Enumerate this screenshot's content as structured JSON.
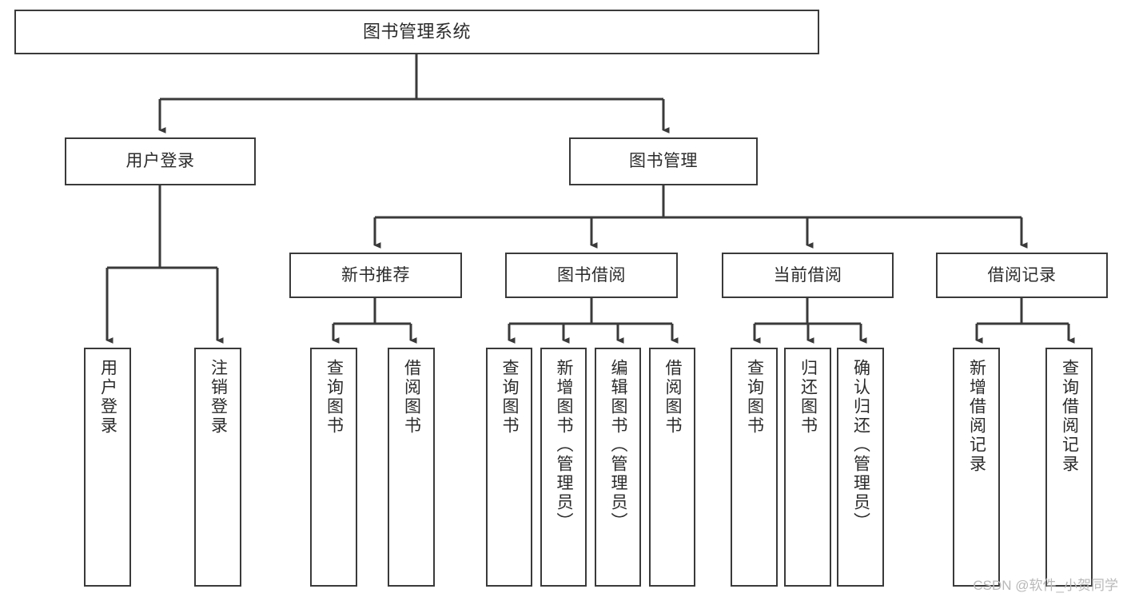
{
  "diagram": {
    "title": "图书管理系统",
    "type": "tree-hierarchy-diagram",
    "colors": {
      "box_border": "#3a3a3a",
      "box_fill": "#ffffff",
      "connector": "#3a3a3a",
      "text": "#2b2b2b",
      "watermark": "#b9b9b9",
      "background": "#ffffff"
    },
    "watermark": "CSDN @软件_小贺同学",
    "nodes": {
      "root": {
        "label": "图书管理系统",
        "orientation": "horizontal"
      },
      "level1": [
        {
          "label": "用户登录",
          "orientation": "horizontal"
        },
        {
          "label": "图书管理",
          "orientation": "horizontal"
        }
      ],
      "level2": [
        {
          "label": "新书推荐",
          "orientation": "horizontal"
        },
        {
          "label": "图书借阅",
          "orientation": "horizontal"
        },
        {
          "label": "当前借阅",
          "orientation": "horizontal"
        },
        {
          "label": "借阅记录",
          "orientation": "horizontal"
        }
      ],
      "leaves": {
        "user_login": [
          {
            "label": "用户登录",
            "orientation": "vertical"
          },
          {
            "label": "注销登录",
            "orientation": "vertical"
          }
        ],
        "new_book_recommend": [
          {
            "label": "查询图书",
            "orientation": "vertical"
          },
          {
            "label": "借阅图书",
            "orientation": "vertical"
          }
        ],
        "book_borrow": [
          {
            "label": "查询图书",
            "orientation": "vertical"
          },
          {
            "label": "新增图书（管理员）",
            "orientation": "vertical"
          },
          {
            "label": "编辑图书（管理员）",
            "orientation": "vertical"
          },
          {
            "label": "借阅图书",
            "orientation": "vertical"
          }
        ],
        "current_borrow": [
          {
            "label": "查询图书",
            "orientation": "vertical"
          },
          {
            "label": "归还图书",
            "orientation": "vertical"
          },
          {
            "label": "确认归还（管理员）",
            "orientation": "vertical"
          }
        ],
        "borrow_record": [
          {
            "label": "新增借阅记录",
            "orientation": "vertical"
          },
          {
            "label": "查询借阅记录",
            "orientation": "vertical"
          }
        ]
      }
    }
  }
}
